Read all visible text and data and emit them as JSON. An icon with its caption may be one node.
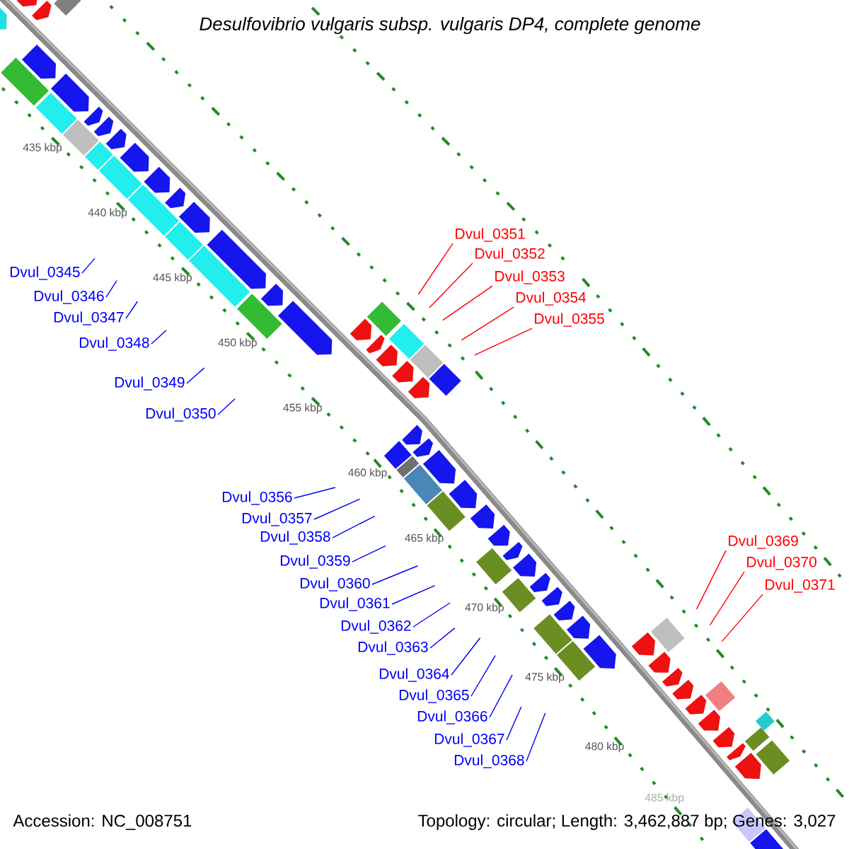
{
  "diagram": {
    "title": "*Desulfovibrio vulgaris* subsp. *vulgaris* DP4, complete genome",
    "nodes": [
      {
        "text": [
          "Dvul_0345"
        ]
      },
      {
        "text": [
          "Dvul_0346"
        ]
      },
      {
        "text": [
          "Dvul_0347"
        ]
      },
      {
        "text": [
          "Dvul_0348"
        ]
      },
      {
        "text": [
          "Dvul_0349"
        ]
      },
      {
        "text": [
          "Dvul_0350"
        ]
      },
      {
        "text": [
          "Dvul_0351"
        ]
      },
      {
        "text": [
          "Dvul_0352"
        ]
      },
      {
        "text": [
          "Dvul_0353"
        ]
      },
      {
        "text": [
          "Dvul_0354"
        ]
      },
      {
        "text": [
          "Dvul_0355"
        ]
      },
      {
        "text": [
          "Dvul_0356"
        ]
      },
      {
        "text": [
          "Dvul_0357"
        ]
      },
      {
        "text": [
          "Dvul_0358"
        ]
      },
      {
        "text": [
          "Dvul_0359"
        ]
      },
      {
        "text": [
          "Dvul_0360"
        ]
      },
      {
        "text": [
          "Dvul_0361"
        ]
      },
      {
        "text": [
          "Dvul_0362"
        ]
      },
      {
        "text": [
          "Dvul_0363"
        ]
      },
      {
        "text": [
          "Dvul_0364"
        ]
      },
      {
        "text": [
          "Dvul_0365"
        ]
      },
      {
        "text": [
          "Dvul_0366"
        ]
      },
      {
        "text": [
          "Dvul_0367"
        ]
      },
      {
        "text": [
          "Dvul_0368"
        ]
      },
      {
        "text": [
          "Dvul_0369"
        ]
      },
      {
        "text": [
          "Dvul_0370"
        ]
      },
      {
        "text": [
          "Dvul_0371"
        ]
      }
    ],
    "edges": [
      {
        "from": 0,
        "to": null,
        "arrow": "none"
      },
      {
        "from": 1,
        "to": null,
        "arrow": "none"
      },
      {
        "from": 2,
        "to": null,
        "arrow": "none"
      },
      {
        "from": 3,
        "to": null,
        "arrow": "none"
      },
      {
        "from": 4,
        "to": null,
        "arrow": "none"
      },
      {
        "from": 5,
        "to": null,
        "arrow": "none"
      },
      {
        "from": 6,
        "to": null,
        "arrow": "none",
        "color": "#ff0000"
      },
      {
        "from": 7,
        "to": null,
        "arrow": "none",
        "color": "#ff0000"
      },
      {
        "from": 8,
        "to": null,
        "arrow": "none",
        "color": "#ff0000"
      },
      {
        "from": 9,
        "to": null,
        "arrow": "none",
        "color": "#ff0000"
      },
      {
        "from": 10,
        "to": null,
        "arrow": "none",
        "color": "#ff0000"
      },
      {
        "from": 11,
        "to": null,
        "arrow": "none"
      },
      {
        "from": 12,
        "to": null,
        "arrow": "none"
      },
      {
        "from": 13,
        "to": null,
        "arrow": "none"
      },
      {
        "from": 14,
        "to": null,
        "arrow": "none"
      },
      {
        "from": 15,
        "to": null,
        "arrow": "none"
      },
      {
        "from": 16,
        "to": null,
        "arrow": "none"
      },
      {
        "from": 17,
        "to": null,
        "arrow": "none"
      },
      {
        "from": 18,
        "to": null,
        "arrow": "none"
      },
      {
        "from": 19,
        "to": null,
        "arrow": "none"
      },
      {
        "from": 20,
        "to": null,
        "arrow": "none"
      },
      {
        "from": 21,
        "to": null,
        "arrow": "none"
      },
      {
        "from": 22,
        "to": null,
        "arrow": "none"
      },
      {
        "from": 23,
        "to": null,
        "arrow": "none"
      },
      {
        "from": 24,
        "to": null,
        "arrow": "none",
        "color": "#ff0000"
      },
      {
        "from": 25,
        "to": null,
        "arrow": "none",
        "color": "#ff0000"
      },
      {
        "from": 26,
        "to": null,
        "arrow": "none",
        "color": "#ff0000"
      }
    ],
    "labels": [
      "435 kbp",
      "440 kbp",
      "445 kbp",
      "450 kbp",
      "455 kbp",
      "460 kbp",
      "465 kbp",
      "470 kbp",
      "475 kbp",
      "480 kbp",
      "485 kbp",
      "Accession: NC_008751",
      "Topology: circular; Length: 3,462,887 bp; Genes: 3,027"
    ]
  }
}
